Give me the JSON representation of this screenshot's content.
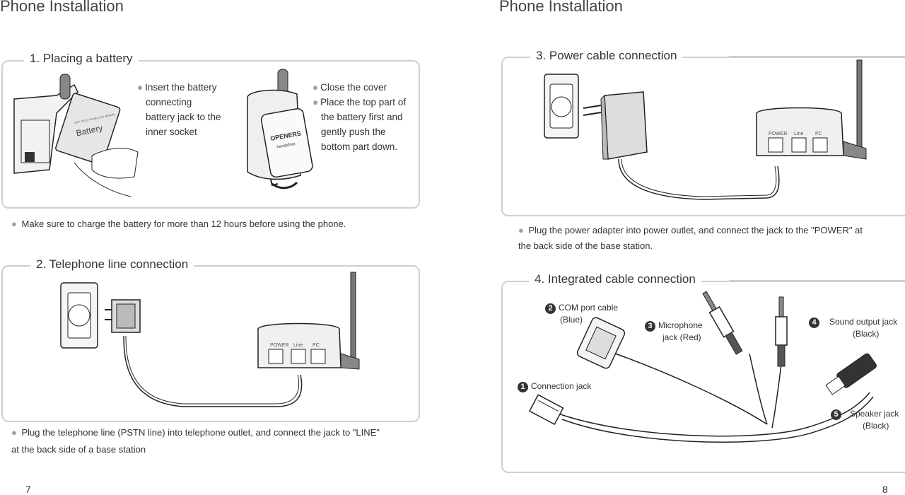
{
  "left": {
    "page_title": "Phone Installation",
    "page_number": "7",
    "section1": {
      "title": "1. Placing a battery",
      "step_a": [
        "Insert the battery",
        "connecting",
        "battery jack to the",
        "inner socket"
      ],
      "step_b1": "Close the cover",
      "step_b2": [
        "Place the top part of",
        "the battery first and",
        "gently push the",
        "bottom part down."
      ],
      "battery_label": "Battery",
      "battery_small_text": "NPX-7010 / NI-MH 3.6V 400mAh",
      "cover_label": "OPENERS",
      "cover_sub": "handsfree",
      "note": "Make sure to charge the battery for more than 12 hours before using the phone."
    },
    "section2": {
      "title": "2. Telephone line connection",
      "port_labels": [
        "POWER",
        "Line",
        "PC"
      ],
      "note_line1": "Plug the telephone line (PSTN line) into telephone outlet, and connect the jack to \"LINE\"",
      "note_line2": "at the back side of a base station"
    }
  },
  "right": {
    "page_title": "Phone Installation",
    "page_number": "8",
    "section3": {
      "title": "3. Power cable connection",
      "port_labels": [
        "POWER",
        "Line",
        "PC"
      ],
      "note_line1": "Plug the power adapter into power outlet, and connect the jack to the \"POWER\" at",
      "note_line2": "the back side of the base station."
    },
    "section4": {
      "title": "4. Integrated cable connection",
      "callouts": [
        {
          "num": "1",
          "text": "Connection jack"
        },
        {
          "num": "2",
          "line1": "COM port cable",
          "line2": "(Blue)"
        },
        {
          "num": "3",
          "line1": "Microphone",
          "line2": "jack (Red)"
        },
        {
          "num": "4",
          "line1": "Sound output  jack",
          "line2": "(Black)"
        },
        {
          "num": "5",
          "line1": "Speaker jack",
          "line2": "(Black)"
        }
      ]
    }
  },
  "colors": {
    "border": "#cfcfcf",
    "text": "#333333",
    "bullet": "#a0a0a0",
    "line_art": "#222222"
  }
}
